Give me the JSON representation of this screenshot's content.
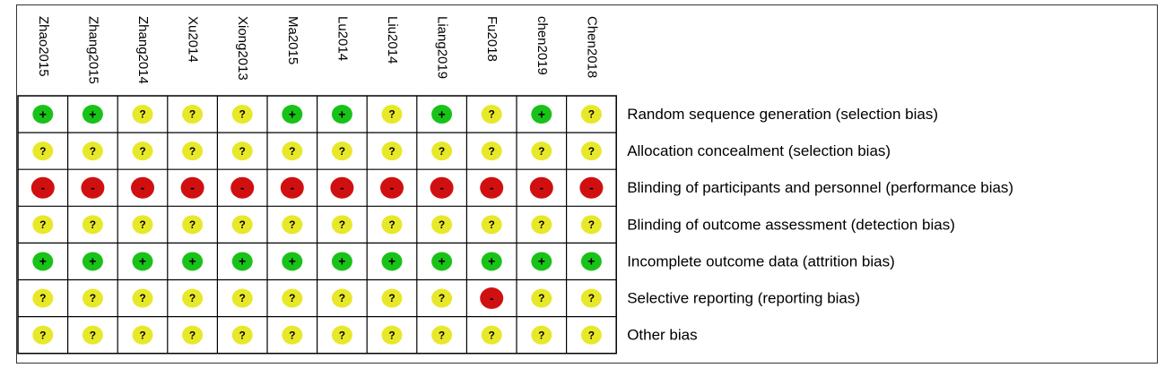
{
  "studies": [
    "Zhao2015",
    "Zhang2015",
    "Zhang2014",
    "Xu2014",
    "Xiong2013",
    "Ma2015",
    "Lu2014",
    "Liu2014",
    "Liang2019",
    "Fu2018",
    "chen2019",
    "Chen2018"
  ],
  "domains": [
    "Random sequence generation (selection bias)",
    "Allocation concealment (selection bias)",
    "Blinding of participants and personnel (performance bias)",
    "Blinding of outcome assessment (detection bias)",
    "Incomplete outcome data (attrition bias)",
    "Selective reporting (reporting bias)",
    "Other bias"
  ],
  "judgements": [
    [
      "low",
      "low",
      "unclear",
      "unclear",
      "unclear",
      "low",
      "low",
      "unclear",
      "low",
      "unclear",
      "low",
      "unclear"
    ],
    [
      "unclear",
      "unclear",
      "unclear",
      "unclear",
      "unclear",
      "unclear",
      "unclear",
      "unclear",
      "unclear",
      "unclear",
      "unclear",
      "unclear"
    ],
    [
      "high",
      "high",
      "high",
      "high",
      "high",
      "high",
      "high",
      "high",
      "high",
      "high",
      "high",
      "high"
    ],
    [
      "unclear",
      "unclear",
      "unclear",
      "unclear",
      "unclear",
      "unclear",
      "unclear",
      "unclear",
      "unclear",
      "unclear",
      "unclear",
      "unclear"
    ],
    [
      "low",
      "low",
      "low",
      "low",
      "low",
      "low",
      "low",
      "low",
      "low",
      "low",
      "low",
      "low"
    ],
    [
      "unclear",
      "unclear",
      "unclear",
      "unclear",
      "unclear",
      "unclear",
      "unclear",
      "unclear",
      "unclear",
      "high",
      "unclear",
      "unclear"
    ],
    [
      "unclear",
      "unclear",
      "unclear",
      "unclear",
      "unclear",
      "unclear",
      "unclear",
      "unclear",
      "unclear",
      "unclear",
      "unclear",
      "unclear"
    ]
  ],
  "legend_symbols": {
    "low": "+",
    "unclear": "?",
    "high": "-"
  },
  "colors": {
    "low": "#19c219",
    "unclear": "#e8e82a",
    "high": "#d01010",
    "border": "#000000"
  }
}
